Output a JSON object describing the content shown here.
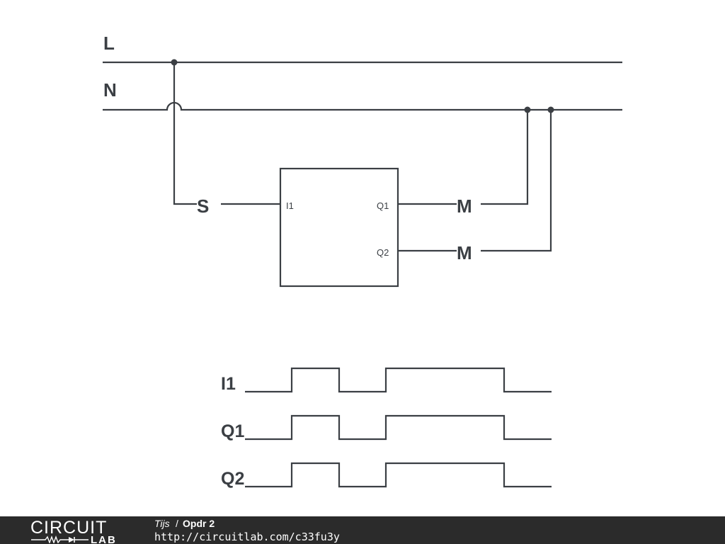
{
  "rails": {
    "live_label": "L",
    "neutral_label": "N"
  },
  "switch": {
    "label": "S"
  },
  "module": {
    "input_label": "I1",
    "output1_label": "Q1",
    "output2_label": "Q2"
  },
  "motors": {
    "motor1_label": "M",
    "motor2_label": "M"
  },
  "timing": {
    "signals": [
      {
        "name": "I1",
        "levels": [
          0,
          1,
          0,
          1,
          0
        ]
      },
      {
        "name": "Q1",
        "levels": [
          0,
          1,
          0,
          1,
          0
        ]
      },
      {
        "name": "Q2",
        "levels": [
          0,
          1,
          0,
          1,
          0
        ]
      }
    ]
  },
  "footer": {
    "logo_top": "CIRCUIT",
    "logo_bottom": "LAB",
    "author": "Tijs",
    "separator": "/",
    "title": "Opdr 2",
    "url": "http://circuitlab.com/c33fu3y"
  }
}
